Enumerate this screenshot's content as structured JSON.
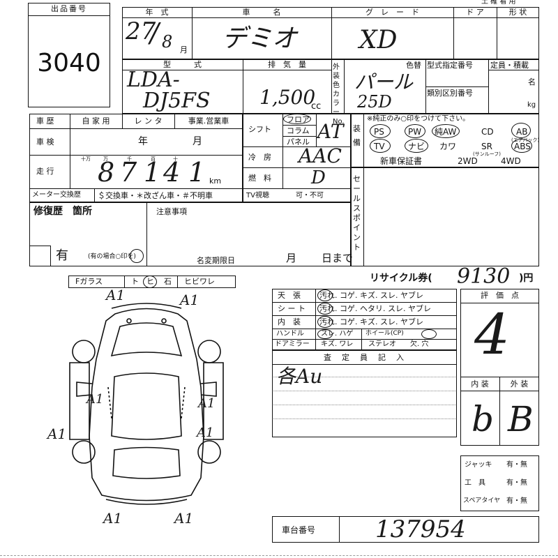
{
  "lot": {
    "label": "出品番号",
    "number": "3040"
  },
  "header": {
    "top_right": "土 確 看 用",
    "year_label": "年　式",
    "model_label": "車　　　名",
    "grade_label": "グ　レ　ー　ド",
    "door_label": "ド ア",
    "shape_label": "形 状"
  },
  "vehicle": {
    "year": "27",
    "month": "8",
    "month_unit": "月",
    "model": "デミオ",
    "grade": "XD",
    "type_label": "型　　　式",
    "type_line1": "LDA-",
    "type_line2": "DJ5FS",
    "displacement_label": "排　気　量",
    "displacement": "1,500",
    "displacement_unit": "cc",
    "color_side_label": "外装色カラーNo.",
    "color_label": "色替",
    "color": "パール",
    "color_code": "25D",
    "type_cert_label": "型式指定番号",
    "class_label": "類別区別番号",
    "capacity_label": "定員・積載",
    "capacity_unit_person": "名",
    "capacity_unit_kg": "kg"
  },
  "history": {
    "label": "車 歴",
    "options": [
      "自 家 用",
      "レ ン タ",
      "事業.営業車"
    ],
    "inspection_label": "車 検",
    "inspection_year_unit": "年",
    "inspection_month_unit": "月",
    "mileage_label": "走 行",
    "digit_units": [
      "十万",
      "万",
      "千",
      "百",
      "十"
    ],
    "mileage_digits": [
      "8",
      "7",
      "1",
      "4",
      "1"
    ],
    "mileage_unit": "km",
    "meter_change_label": "メーター交換歴",
    "meter_change_options": "＄交換車・＊改ざん車・＃不明車"
  },
  "specs": {
    "shift_label": "シフト",
    "shift_options": [
      "フロア",
      "コラム",
      "パネル"
    ],
    "shift_value": "AT",
    "ac_label": "冷　房",
    "ac_value": "AAC",
    "fuel_label": "燃　料",
    "fuel_value": "D",
    "tv_label": "TV視聴",
    "tv_options": "可・不可"
  },
  "equipment": {
    "side_label": "装備",
    "note": "※純正のみ○印をつけて下さい。",
    "row1": [
      "PS",
      "PW",
      "純AW",
      "CD",
      "AB"
    ],
    "row1_sub": "(エアバック)",
    "row2": [
      "TV",
      "ナビ",
      "カワ",
      "SR",
      "ABS"
    ],
    "row2_sub": "(サンルーフ)",
    "row3": [
      "新車保証書",
      "2WD",
      "4WD"
    ]
  },
  "sales_point_label": "セールスポイント",
  "repair": {
    "label": "修復歴　箇所",
    "value": "有",
    "note": "(有の場合○印を)",
    "caution_label": "注意事項",
    "recall_label": "名変期限日",
    "month_unit": "月",
    "day_unit": "日まで"
  },
  "glass": {
    "label": "Fガラス",
    "options": [
      "ト",
      "ヒ",
      "石",
      "ヒビワレ"
    ]
  },
  "recycle": {
    "label": "リサイクル券(",
    "value": "9130",
    "unit": ")円"
  },
  "interior": {
    "rows": [
      {
        "label": "天　張",
        "options": "汚れ. コゲ. キズ. スレ. ヤブレ"
      },
      {
        "label": "シ ー ト",
        "options": "汚れ. コゲ. ヘタリ. スレ. ヤブレ"
      },
      {
        "label": "内　装",
        "options": "汚れ. コゲ. キズ. スレ. ヤブレ"
      },
      {
        "label": "ハンドル",
        "options": "スレ. ハゲ",
        "extra": "ホイール(CP)"
      },
      {
        "label": "ドアミラー",
        "options": "キズ. ワレ",
        "extra": "ステレオ　　欠. 穴"
      }
    ]
  },
  "inspector": {
    "label": "査　定　員　記　入",
    "comment": "各Au"
  },
  "score": {
    "label": "評　価　点",
    "overall": "4",
    "interior_label": "内 装",
    "exterior_label": "外 装",
    "interior": "b",
    "exterior": "B"
  },
  "tools": [
    {
      "label": "ジャッキ",
      "value": "有・無"
    },
    {
      "label": "工　具",
      "value": "有・無"
    },
    {
      "label": "スペアタイヤ",
      "value": "有・無"
    }
  ],
  "chassis": {
    "label": "車台番号",
    "value": "137954"
  },
  "damage_marks": [
    "A1",
    "A1",
    "A1",
    "A1",
    "A1",
    "A1",
    "A1",
    "A1"
  ]
}
